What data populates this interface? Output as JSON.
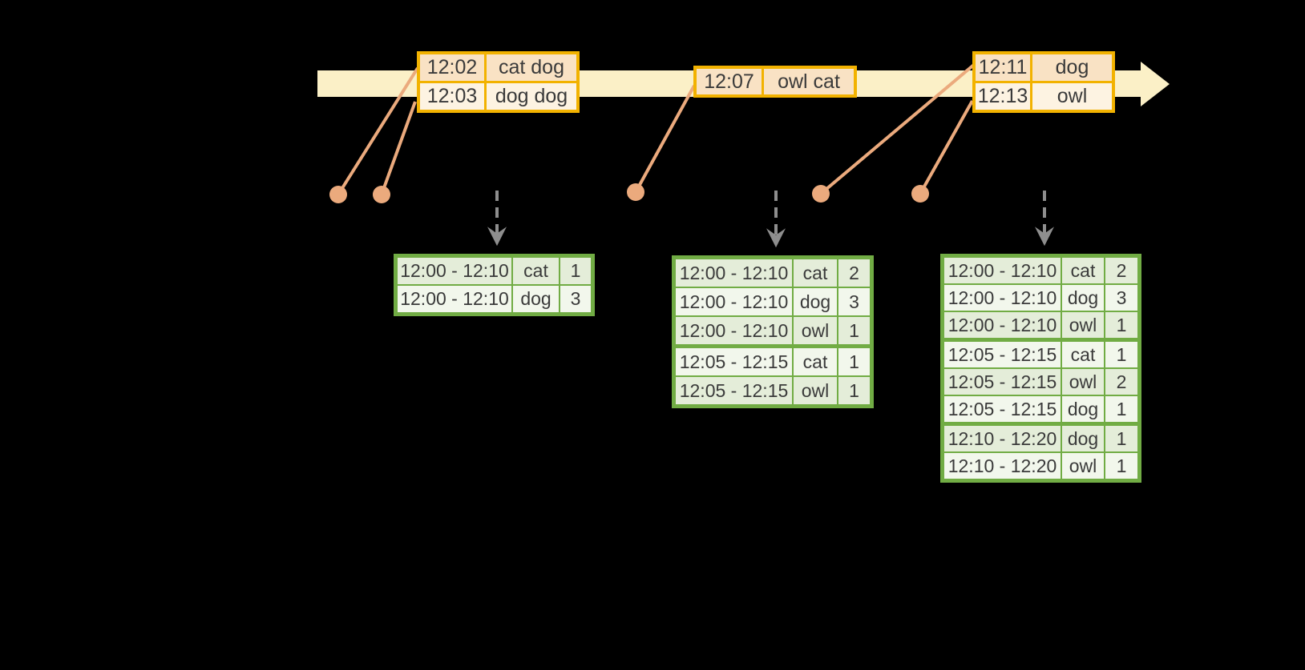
{
  "diagram_type": "streaming-windowed-aggregation-timeline",
  "colors": {
    "background": "#000000",
    "timeline_band": "#FBF0C7",
    "event_table_border": "#F2B200",
    "event_row_peach": "#F9E2C4",
    "event_row_cream": "#FDF3E2",
    "connector_line": "#EBAA7D",
    "trigger_arrow_gray": "#8E8E8E",
    "result_table_border": "#71AC44",
    "result_row_dark": "#E4EDD9",
    "result_row_light": "#F2F7EC",
    "text": "#3A3A3A"
  },
  "timeline": {
    "direction": "left-to-right",
    "event_dots_count": 5,
    "trigger_arrows_count": 3
  },
  "event_tables": [
    {
      "rows": [
        [
          "12:02",
          "cat dog"
        ],
        [
          "12:03",
          "dog dog"
        ]
      ]
    },
    {
      "rows": [
        [
          "12:07",
          "owl cat"
        ]
      ]
    },
    {
      "rows": [
        [
          "12:11",
          "dog"
        ],
        [
          "12:13",
          "owl"
        ]
      ]
    }
  ],
  "result_tables": [
    {
      "rows": [
        [
          "12:00 - 12:10",
          "cat",
          "1"
        ],
        [
          "12:00 - 12:10",
          "dog",
          "3"
        ]
      ]
    },
    {
      "rows": [
        [
          "12:00 - 12:10",
          "cat",
          "2"
        ],
        [
          "12:00 - 12:10",
          "dog",
          "3"
        ],
        [
          "12:00 - 12:10",
          "owl",
          "1"
        ],
        [
          "12:05 - 12:15",
          "cat",
          "1"
        ],
        [
          "12:05 - 12:15",
          "owl",
          "1"
        ]
      ]
    },
    {
      "rows": [
        [
          "12:00 - 12:10",
          "cat",
          "2"
        ],
        [
          "12:00 - 12:10",
          "dog",
          "3"
        ],
        [
          "12:00 - 12:10",
          "owl",
          "1"
        ],
        [
          "12:05 - 12:15",
          "cat",
          "1"
        ],
        [
          "12:05 - 12:15",
          "owl",
          "2"
        ],
        [
          "12:05 - 12:15",
          "dog",
          "1"
        ],
        [
          "12:10 - 12:20",
          "dog",
          "1"
        ],
        [
          "12:10 - 12:20",
          "owl",
          "1"
        ]
      ]
    }
  ]
}
